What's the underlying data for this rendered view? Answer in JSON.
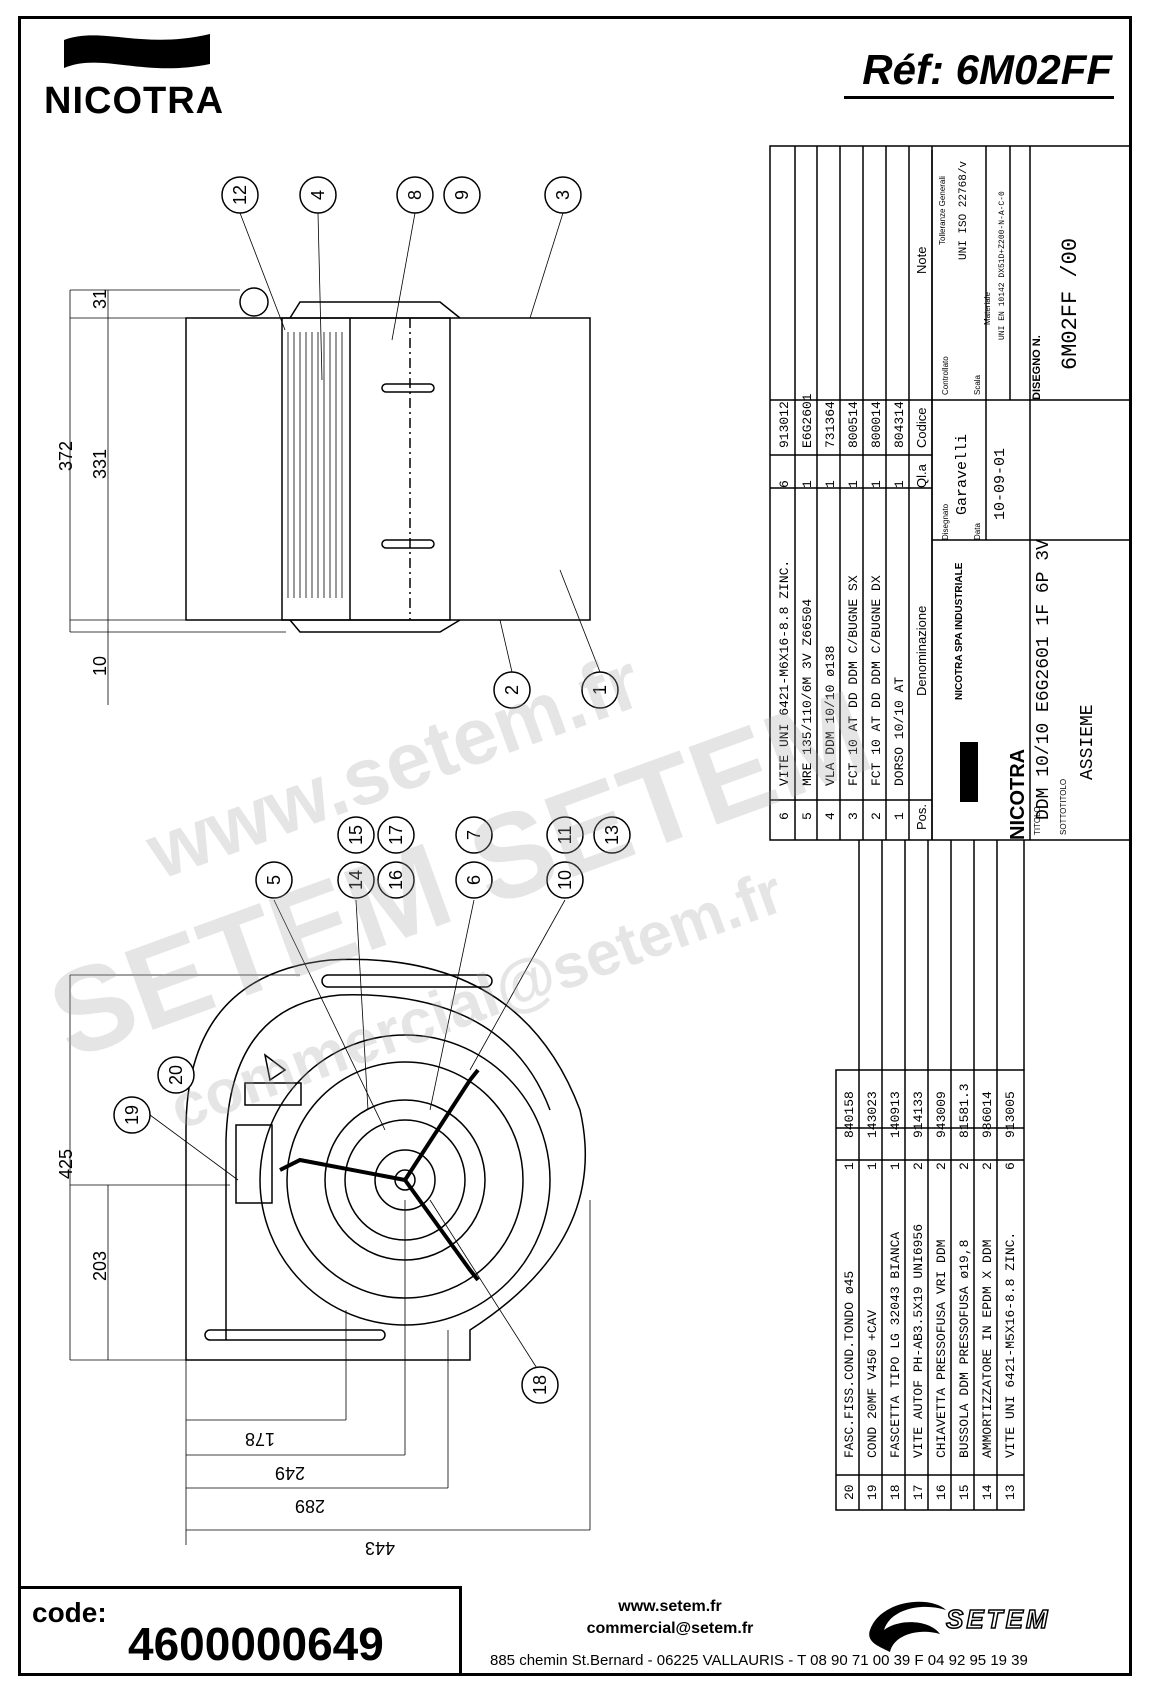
{
  "header": {
    "brand": "NICOTRA",
    "reference": "Réf: 6M02FF"
  },
  "callouts_top": [
    "12",
    "4",
    "8",
    "9",
    "3",
    "2",
    "1"
  ],
  "callouts_bottom": [
    "5",
    "15",
    "14",
    "17",
    "16",
    "7",
    "6",
    "11",
    "10",
    "13",
    "20",
    "19",
    "18"
  ],
  "dimensions": {
    "top_total": "372",
    "top_inner": "331",
    "top_upper": "31",
    "top_lower": "10",
    "front_height": "425",
    "front_half": "203",
    "bottom": [
      "178",
      "249",
      "289",
      "443"
    ]
  },
  "parts_table_top": {
    "header": {
      "pos": "Pos.",
      "name": "Denominazione",
      "qty": "Ql.a",
      "code": "Codice",
      "notes": "Note"
    },
    "rows": [
      {
        "pos": "6",
        "name": "VITE UNI 6421-M6X16-8.8 ZINC.",
        "qty": "6",
        "code": "913012"
      },
      {
        "pos": "5",
        "name": "MRE 135/110/6M 3V Z66504",
        "qty": "1",
        "code": "E6G2601"
      },
      {
        "pos": "4",
        "name": "VLA DDM 10/10 ø138",
        "qty": "1",
        "code": "731364"
      },
      {
        "pos": "3",
        "name": "FCT 10 AT DD DDM C/BUGNE SX",
        "qty": "1",
        "code": "800514"
      },
      {
        "pos": "2",
        "name": "FCT 10 AT DD DDM C/BUGNE DX",
        "qty": "1",
        "code": "800014"
      },
      {
        "pos": "1",
        "name": "DORSO 10/10 AT",
        "qty": "1",
        "code": "804314"
      }
    ]
  },
  "title_block": {
    "company": "NICOTRA SPA INDUSTRIALE",
    "logo": "NICOTRA",
    "disegnato_label": "Disegnato",
    "disegnato": "Garavelli",
    "controllato_label": "Controllato",
    "data_label": "Data",
    "data": "10-09-01",
    "scala_label": "Scala",
    "tolleranze_label": "Tolleranze Generali",
    "tolleranze": "UNI ISO 22768/v",
    "materiale_label": "Materiale",
    "materiale": "UNI EN 10142 DX51D+Z200-N-A-C-0",
    "disegno_label": "DISEGNO N.",
    "disegno": "6M02FF /00",
    "titolo_label": "TITOLO",
    "titolo": "DDM 10/10 E6G2601 1F 6P 3V",
    "sottotitolo_label": "SOTTOTITOLO",
    "sottotitolo": "ASSIEME"
  },
  "parts_table_bottom": {
    "rows": [
      {
        "pos": "20",
        "name": "FASC.FISS.COND.TONDO ø45",
        "qty": "1",
        "code": "840158"
      },
      {
        "pos": "19",
        "name": "COND 20MF V450 +CAV",
        "qty": "1",
        "code": "143023"
      },
      {
        "pos": "18",
        "name": "FASCETTA TIPO LG 32043 BIANCA",
        "qty": "1",
        "code": "140913"
      },
      {
        "pos": "17",
        "name": "VITE AUTOF PH-AB3.5X19 UNI6956",
        "qty": "2",
        "code": "914133"
      },
      {
        "pos": "16",
        "name": "CHIAVETTA PRESSOFUSA VRI DDM",
        "qty": "2",
        "code": "943009"
      },
      {
        "pos": "15",
        "name": "BUSSOLA DDM PRESSOFUSA ø19,8",
        "qty": "2",
        "code": "81581.3"
      },
      {
        "pos": "14",
        "name": "AMMORTIZZATORE IN EPDM X DDM",
        "qty": "2",
        "code": "986014"
      },
      {
        "pos": "13",
        "name": "VITE UNI 6421-M5X16-8.8 ZINC.",
        "qty": "6",
        "code": "913005"
      }
    ]
  },
  "watermarks": [
    "www.setem.fr",
    "SETEM SETEM",
    "commercial@setem.fr"
  ],
  "footer": {
    "code_label": "code:",
    "code": "4600000649",
    "web": "www.setem.fr",
    "email": "commercial@setem.fr",
    "address": "885 chemin St.Bernard  -  06225 VALLAURIS  -  T 08 90 71 00 39   F 04 92 95 19 39",
    "setem_logo": "SETEM"
  }
}
